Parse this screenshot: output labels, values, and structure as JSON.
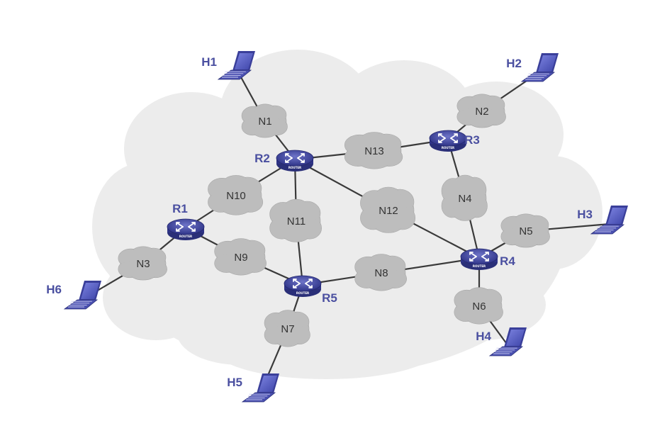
{
  "colors": {
    "background_cloud": "#ececec",
    "network_cloud": "#bdbdbd",
    "link_line": "#3a3a3a",
    "router_body": "#3a3f9a",
    "label_blue": "#4a4fa0",
    "laptop_screen": "#5b63c9"
  },
  "routers": [
    {
      "id": "R1",
      "label": "R1",
      "sublabel": "ROUTER"
    },
    {
      "id": "R2",
      "label": "R2",
      "sublabel": "ROUTER"
    },
    {
      "id": "R3",
      "label": "R3",
      "sublabel": "ROUTER"
    },
    {
      "id": "R4",
      "label": "R4",
      "sublabel": "ROUTER"
    },
    {
      "id": "R5",
      "label": "R5",
      "sublabel": "ROUTER"
    }
  ],
  "networks": [
    {
      "id": "N1",
      "label": "N1"
    },
    {
      "id": "N2",
      "label": "N2"
    },
    {
      "id": "N3",
      "label": "N3"
    },
    {
      "id": "N4",
      "label": "N4"
    },
    {
      "id": "N5",
      "label": "N5"
    },
    {
      "id": "N6",
      "label": "N6"
    },
    {
      "id": "N7",
      "label": "N7"
    },
    {
      "id": "N8",
      "label": "N8"
    },
    {
      "id": "N9",
      "label": "N9"
    },
    {
      "id": "N10",
      "label": "N10"
    },
    {
      "id": "N11",
      "label": "N11"
    },
    {
      "id": "N12",
      "label": "N12"
    },
    {
      "id": "N13",
      "label": "N13"
    }
  ],
  "hosts": [
    {
      "id": "H1",
      "label": "H1"
    },
    {
      "id": "H2",
      "label": "H2"
    },
    {
      "id": "H3",
      "label": "H3"
    },
    {
      "id": "H4",
      "label": "H4"
    },
    {
      "id": "H5",
      "label": "H5"
    },
    {
      "id": "H6",
      "label": "H6"
    }
  ],
  "links": [
    [
      "H1",
      "N1"
    ],
    [
      "N1",
      "R2"
    ],
    [
      "H2",
      "N2"
    ],
    [
      "N2",
      "R3"
    ],
    [
      "R2",
      "N13"
    ],
    [
      "N13",
      "R3"
    ],
    [
      "R3",
      "N4"
    ],
    [
      "N4",
      "R4"
    ],
    [
      "R2",
      "N10"
    ],
    [
      "N10",
      "R1"
    ],
    [
      "R2",
      "N11"
    ],
    [
      "N11",
      "R5"
    ],
    [
      "R2",
      "N12"
    ],
    [
      "N12",
      "R4"
    ],
    [
      "R1",
      "N9"
    ],
    [
      "N9",
      "R5"
    ],
    [
      "R1",
      "N3"
    ],
    [
      "N3",
      "H6"
    ],
    [
      "R5",
      "N8"
    ],
    [
      "N8",
      "R4"
    ],
    [
      "R5",
      "N7"
    ],
    [
      "N7",
      "H5"
    ],
    [
      "R4",
      "N5"
    ],
    [
      "N5",
      "H3"
    ],
    [
      "R4",
      "N6"
    ],
    [
      "N6",
      "H4"
    ]
  ]
}
